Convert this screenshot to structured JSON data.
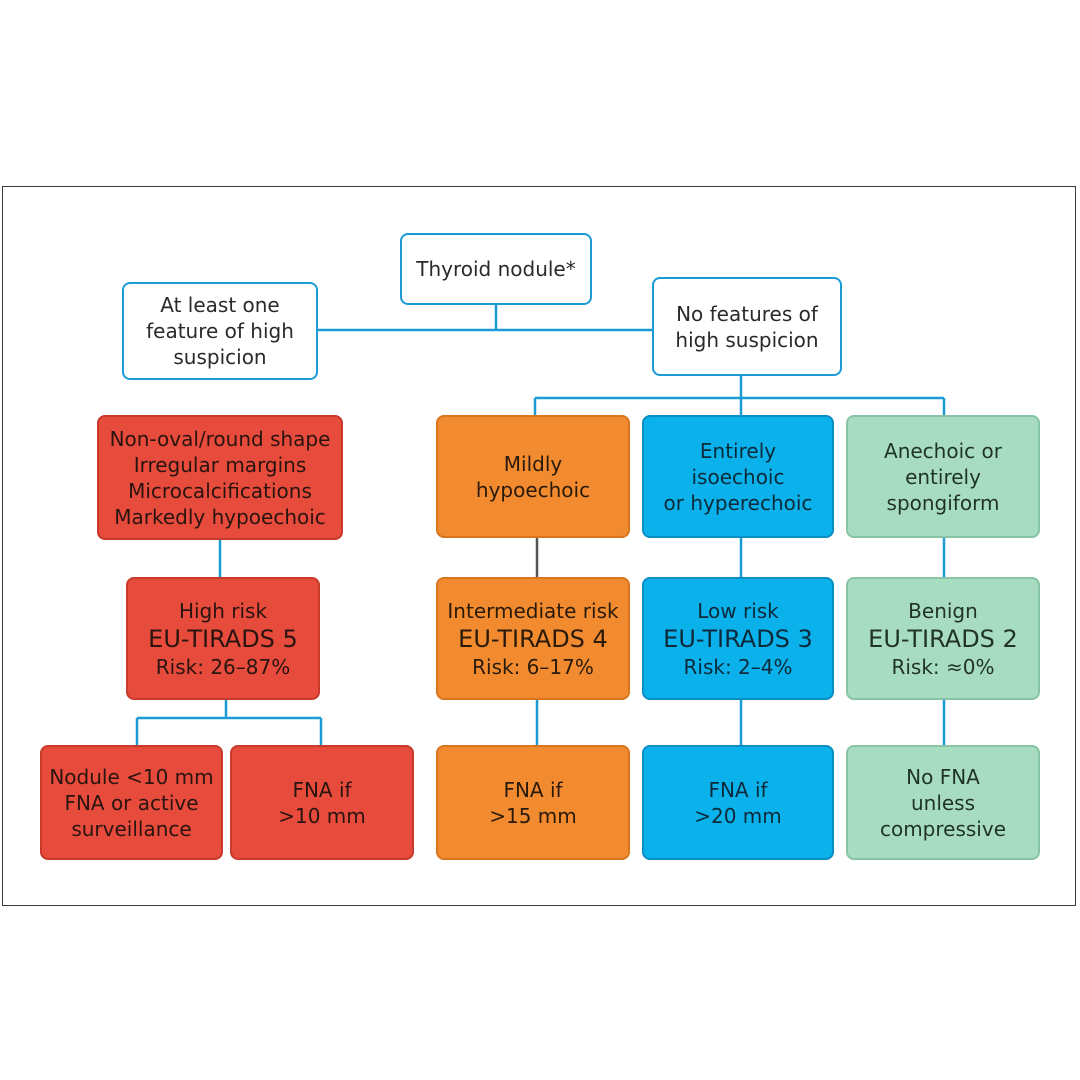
{
  "root": {
    "label": "Thyroid nodule*"
  },
  "branches": {
    "high": {
      "lines": [
        "At least one",
        "feature of high",
        "suspicion"
      ]
    },
    "no_high": {
      "lines": [
        "No features of",
        "high suspicion"
      ]
    }
  },
  "features": {
    "high": {
      "lines": [
        "Non-oval/round shape",
        "Irregular margins",
        "Microcalcifications",
        "Markedly hypoechoic"
      ]
    },
    "mild": {
      "lines": [
        "Mildly",
        "hypoechoic"
      ]
    },
    "iso": {
      "lines": [
        "Entirely",
        "isoechoic",
        "or hyperechoic"
      ]
    },
    "anechoic": {
      "lines": [
        "Anechoic or",
        "entirely",
        "spongiform"
      ]
    }
  },
  "risk": {
    "tirads5": {
      "category": "High risk",
      "score": "EU-TIRADS 5",
      "risk": "Risk: 26–87%"
    },
    "tirads4": {
      "category": "Intermediate risk",
      "score": "EU-TIRADS 4",
      "risk": "Risk: 6–17%"
    },
    "tirads3": {
      "category": "Low risk",
      "score": "EU-TIRADS 3",
      "risk": "Risk: 2–4%"
    },
    "tirads2": {
      "category": "Benign",
      "score": "EU-TIRADS 2",
      "risk": "Risk: ≈0%"
    }
  },
  "actions": {
    "t5_small": {
      "lines": [
        "Nodule <10 mm",
        "FNA or active",
        "surveillance"
      ]
    },
    "t5_large": {
      "lines": [
        "FNA if",
        ">10 mm"
      ]
    },
    "t4": {
      "lines": [
        "FNA if",
        ">15 mm"
      ]
    },
    "t3": {
      "lines": [
        "FNA if",
        ">20 mm"
      ]
    },
    "t2": {
      "lines": [
        "No FNA",
        "unless",
        "compressive"
      ]
    }
  },
  "colors": {
    "outline": "#1b9ad6",
    "high_risk": "#e64b3c",
    "intermediate": "#f28b30",
    "low": "#0ab1ea",
    "benign": "#a8dcc2"
  }
}
